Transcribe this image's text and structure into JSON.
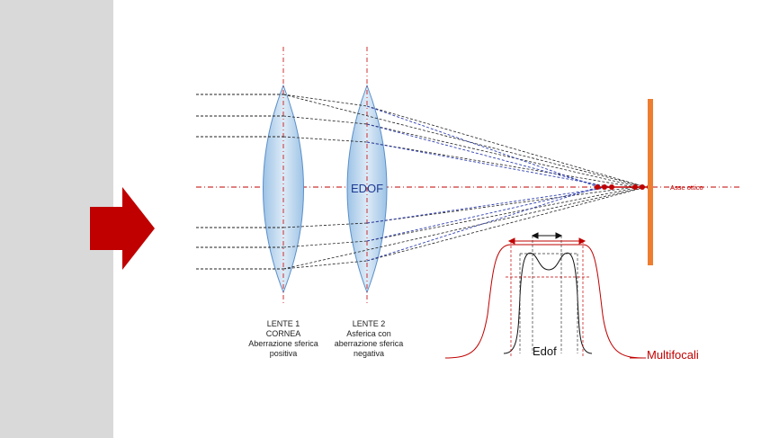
{
  "lens1": {
    "caption": "LENTE 1\nCORNEA\nAberrazione sferica\npositiva"
  },
  "lens2": {
    "label": "EDOF",
    "caption": "LENTE 2\nAsferica con\naberrazione sferica\nnegativa"
  },
  "optical_axis_label": "Asse ottico",
  "curves": {
    "edof_label": "Edof",
    "multifocal_label": "Multifocali"
  },
  "colors": {
    "sidebar": "#d9d9d9",
    "arrow": "#c00000",
    "lens_fill": "#bdd7ee",
    "lens_stroke": "#2e75b6",
    "axis_red": "#c00000",
    "screen_orange": "#ed7d31",
    "edof_label_blue": "#1f3a93"
  }
}
